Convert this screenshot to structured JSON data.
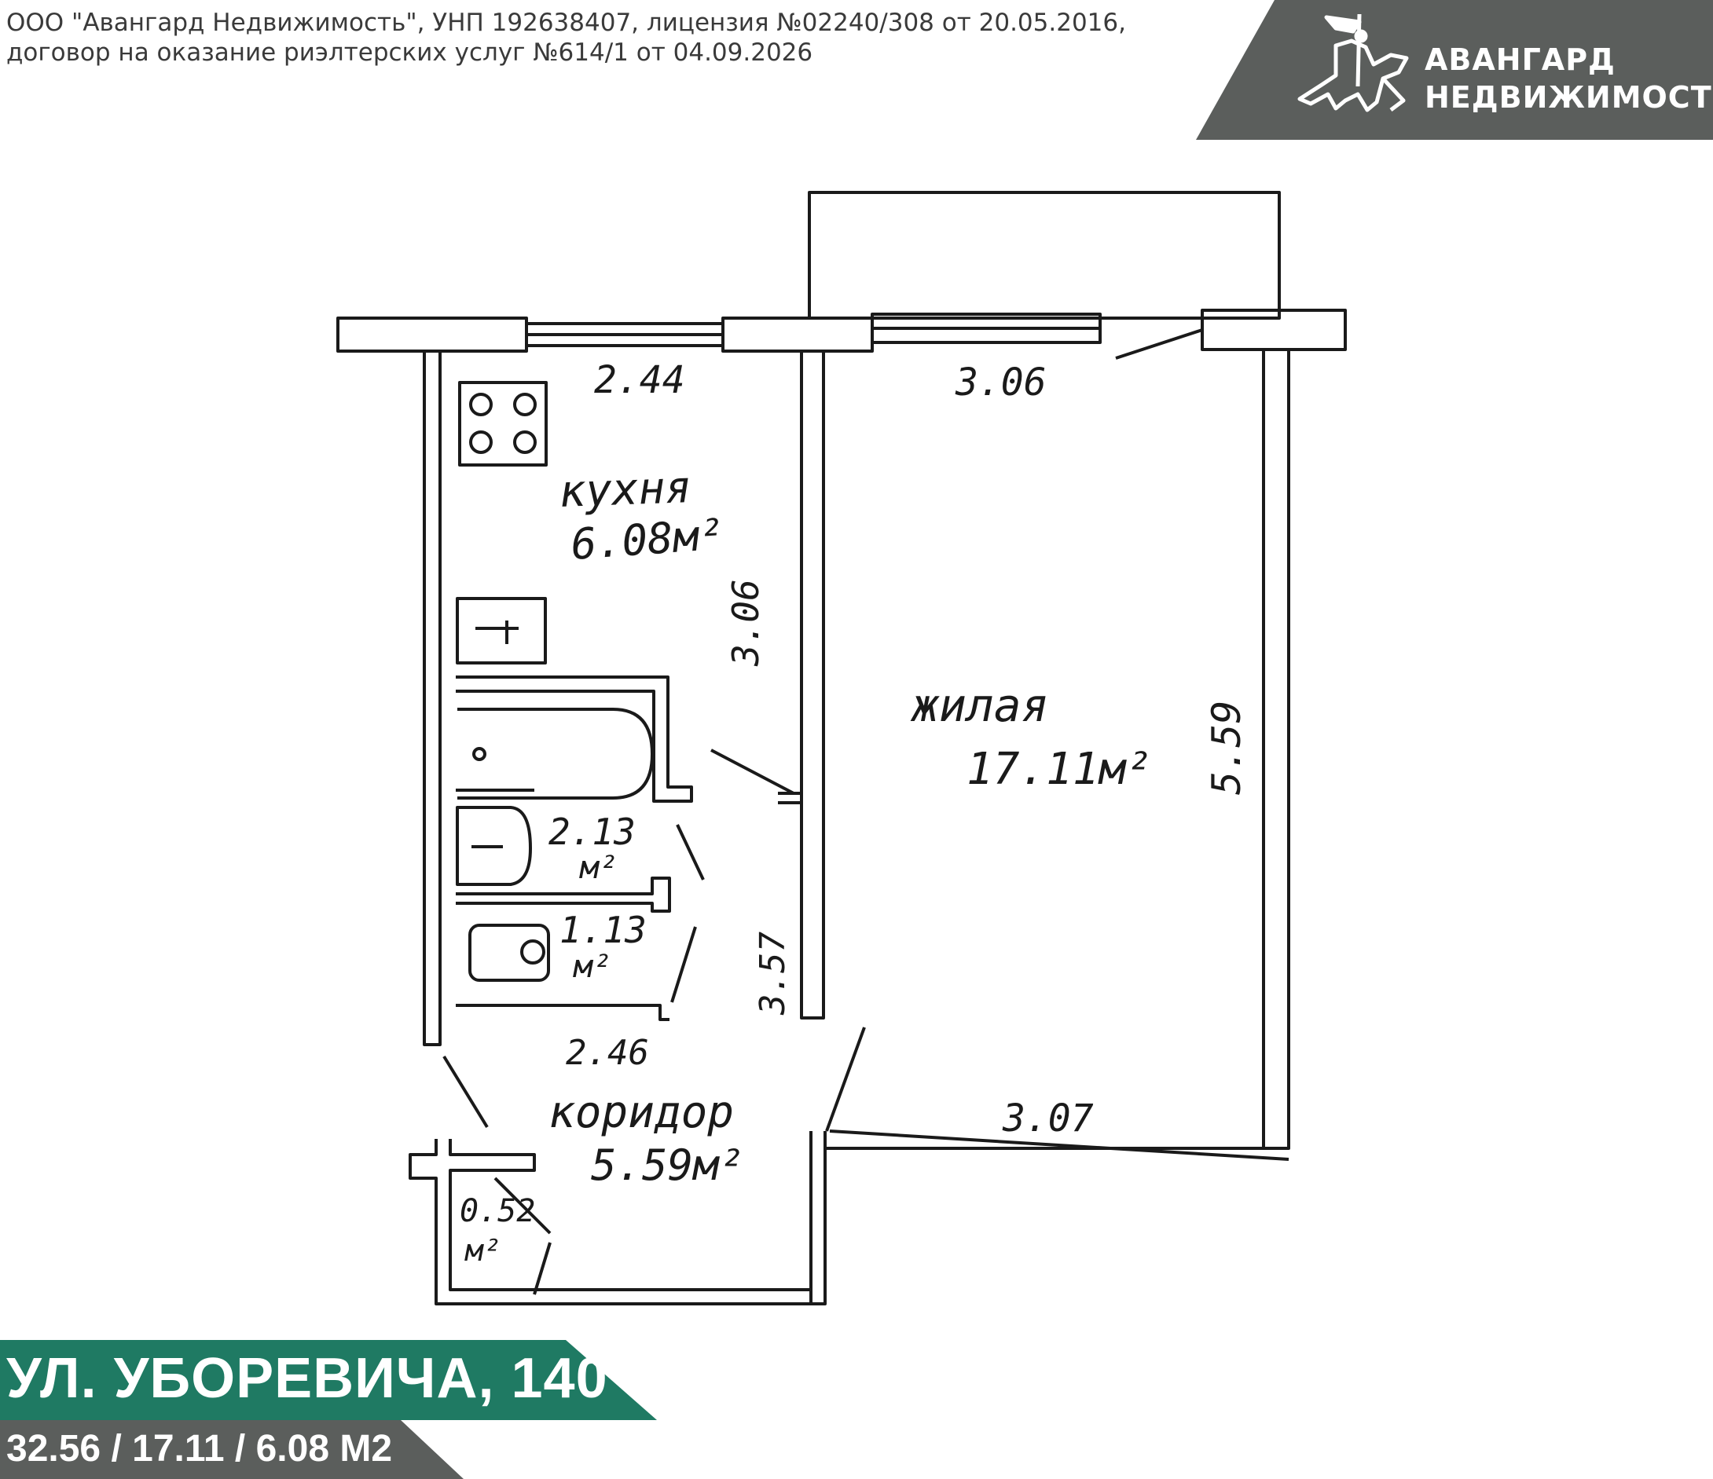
{
  "disclaimer": {
    "line1": "ООО \"Авангард Недвижимость\", УНП 192638407, лицензия №02240/308 от 20.05.2016,",
    "line2": "договор на оказание риэлтерских услуг №614/1 от 04.09.2026"
  },
  "brand": {
    "line1": "АВАНГАРД",
    "line2": "НЕДВИЖИМОСТЬ",
    "logo_icon": "knight-on-horse-icon",
    "banner_color": "#5b5e5c"
  },
  "floorplan": {
    "kitchen": {
      "label": "кухня",
      "area": "6.08м²"
    },
    "living": {
      "label": "жилая",
      "area": "17.11м²"
    },
    "corridor": {
      "label": "коридор",
      "area": "5.59м²"
    },
    "bathroom": {
      "area": "2.13",
      "unit": "м²"
    },
    "toilet": {
      "area": "1.13",
      "unit": "м²"
    },
    "closet": {
      "area": "0.52",
      "unit": "м²"
    },
    "dims": {
      "kitchen_width": "2.44",
      "living_width_top": "3.06",
      "kitchen_length": "3.06",
      "living_length": "5.59",
      "corridor_length": "3.57",
      "bath_width": "2.46",
      "living_width_bottom": "3.07"
    }
  },
  "listing": {
    "address": "УЛ. УБОРЕВИЧА, 140",
    "areas": "32.56 / 17.11 / 6.08 М2",
    "banner_color": "#1f7a63"
  }
}
